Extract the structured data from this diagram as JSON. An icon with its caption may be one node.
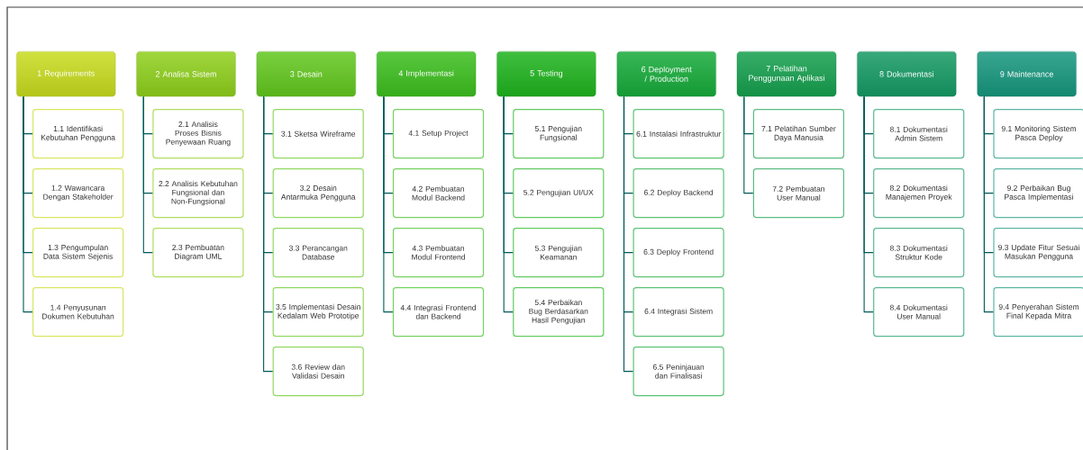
{
  "diagram": {
    "nodes": [
      {
        "text": [
          "1 Requirements"
        ]
      },
      {
        "text": [
          "1.1 Identifikasi Kebutuhan Pengguna"
        ]
      },
      {
        "text": [
          "1.2 Wawancara Dengan Stakeholder"
        ]
      },
      {
        "text": [
          "1.3 Pengumpulan Data Sistem Sejenis"
        ]
      },
      {
        "text": [
          "1.4 Penyusunan Dokumen Kebutuhan"
        ]
      },
      {
        "text": [
          "2 Analisa Sistem"
        ]
      },
      {
        "text": [
          "2.1 Analisis Proses Bisnis Penyewaan Ruang"
        ]
      },
      {
        "text": [
          "2.2 Analisis Kebutuhan Fungsional dan Non-Fungsional"
        ]
      },
      {
        "text": [
          "2.3 Pembuatan Diagram UML"
        ]
      },
      {
        "text": [
          "3 Desain"
        ]
      },
      {
        "text": [
          "3.1 Sketsa Wireframe"
        ]
      },
      {
        "text": [
          "3.2 Desain Antarmuka Pengguna"
        ]
      },
      {
        "text": [
          "3.3 Perancangan Database"
        ]
      },
      {
        "text": [
          "3.5 Implementasi Desain Kedalam Web Prototipe"
        ]
      },
      {
        "text": [
          "3.6 Review dan Validasi Desain"
        ]
      },
      {
        "text": [
          "4 Implementasi"
        ]
      },
      {
        "text": [
          "4.1 Setup Project"
        ]
      },
      {
        "text": [
          "4.2 Pembuatan Modul Backend"
        ]
      },
      {
        "text": [
          "4.3 Pembuatan Modul Frontend"
        ]
      },
      {
        "text": [
          "4.4 Integrasi Frontend dan Backend"
        ]
      },
      {
        "text": [
          "5 Testing"
        ]
      },
      {
        "text": [
          "5.1 Pengujian Fungsional"
        ]
      },
      {
        "text": [
          "5.2 Pengujian UI/UX"
        ]
      },
      {
        "text": [
          "5.3 Pengujian Keamanan"
        ]
      },
      {
        "text": [
          "5.4 Perbaikan Bug Berdasarkan Hasil Pengujian"
        ]
      },
      {
        "text": [
          "6 Deployment / Production"
        ]
      },
      {
        "text": [
          "6.1 Instalasi Infrastruktur"
        ]
      },
      {
        "text": [
          "6.2 Deploy Backend"
        ]
      },
      {
        "text": [
          "6.3 Deploy Frontend"
        ]
      },
      {
        "text": [
          "6.4 Integrasi Sistem"
        ]
      },
      {
        "text": [
          "6.5 Peninjauan dan Finalisasi"
        ]
      },
      {
        "text": [
          "7 Pelatihan Penggunaan Aplikasi"
        ]
      },
      {
        "text": [
          "7.1 Pelatihan Sumber Daya Manusia"
        ]
      },
      {
        "text": [
          "7.2 Pembuatan User Manual"
        ]
      },
      {
        "text": [
          "8 Dokumentasi"
        ]
      },
      {
        "text": [
          "8.1 Dokumentasi Admin Sistem"
        ]
      },
      {
        "text": [
          "8.2 Dokumentasi Manajemen Proyek"
        ]
      },
      {
        "text": [
          "8.3 Dokumentasi Struktur Kode"
        ]
      },
      {
        "text": [
          "8.4 Dokumentasi User Manual"
        ]
      },
      {
        "text": [
          "9 Maintenance"
        ]
      },
      {
        "text": [
          "9.1 Monitoring Sistem Pasca Deploy"
        ]
      },
      {
        "text": [
          "9.2 Perbaikan Bug Pasca Implementasi"
        ]
      },
      {
        "text": [
          "9.3 Update Fitur Sesuai Masukan Pengguna"
        ]
      },
      {
        "text": [
          "9.4 Penyerahan Sistem Final Kepada Mitra"
        ]
      }
    ],
    "edges": [
      {
        "from": 0,
        "to": 1,
        "arrow": "none"
      },
      {
        "from": 0,
        "to": 2,
        "arrow": "none"
      },
      {
        "from": 0,
        "to": 3,
        "arrow": "none"
      },
      {
        "from": 0,
        "to": 4,
        "arrow": "none"
      },
      {
        "from": 5,
        "to": 6,
        "arrow": "none"
      },
      {
        "from": 5,
        "to": 7,
        "arrow": "none"
      },
      {
        "from": 5,
        "to": 8,
        "arrow": "none"
      },
      {
        "from": 9,
        "to": 10,
        "arrow": "none"
      },
      {
        "from": 9,
        "to": 11,
        "arrow": "none"
      },
      {
        "from": 9,
        "to": 12,
        "arrow": "none"
      },
      {
        "from": 9,
        "to": 13,
        "arrow": "none"
      },
      {
        "from": 9,
        "to": 14,
        "arrow": "none"
      },
      {
        "from": 15,
        "to": 16,
        "arrow": "none"
      },
      {
        "from": 15,
        "to": 17,
        "arrow": "none"
      },
      {
        "from": 15,
        "to": 18,
        "arrow": "none"
      },
      {
        "from": 15,
        "to": 19,
        "arrow": "none"
      },
      {
        "from": 20,
        "to": 21,
        "arrow": "none"
      },
      {
        "from": 20,
        "to": 22,
        "arrow": "none"
      },
      {
        "from": 20,
        "to": 23,
        "arrow": "none"
      },
      {
        "from": 20,
        "to": 24,
        "arrow": "none"
      },
      {
        "from": 25,
        "to": 26,
        "arrow": "none"
      },
      {
        "from": 25,
        "to": 27,
        "arrow": "none"
      },
      {
        "from": 25,
        "to": 28,
        "arrow": "none"
      },
      {
        "from": 25,
        "to": 29,
        "arrow": "none"
      },
      {
        "from": 25,
        "to": 30,
        "arrow": "none"
      },
      {
        "from": 31,
        "to": 32,
        "arrow": "none"
      },
      {
        "from": 31,
        "to": 33,
        "arrow": "none"
      },
      {
        "from": 34,
        "to": 35,
        "arrow": "none"
      },
      {
        "from": 34,
        "to": 36,
        "arrow": "none"
      },
      {
        "from": 34,
        "to": 37,
        "arrow": "none"
      },
      {
        "from": 34,
        "to": 38,
        "arrow": "none"
      },
      {
        "from": 39,
        "to": 40,
        "arrow": "none"
      },
      {
        "from": 39,
        "to": 41,
        "arrow": "none"
      },
      {
        "from": 39,
        "to": 42,
        "arrow": "none"
      },
      {
        "from": 39,
        "to": 43,
        "arrow": "none"
      }
    ]
  }
}
